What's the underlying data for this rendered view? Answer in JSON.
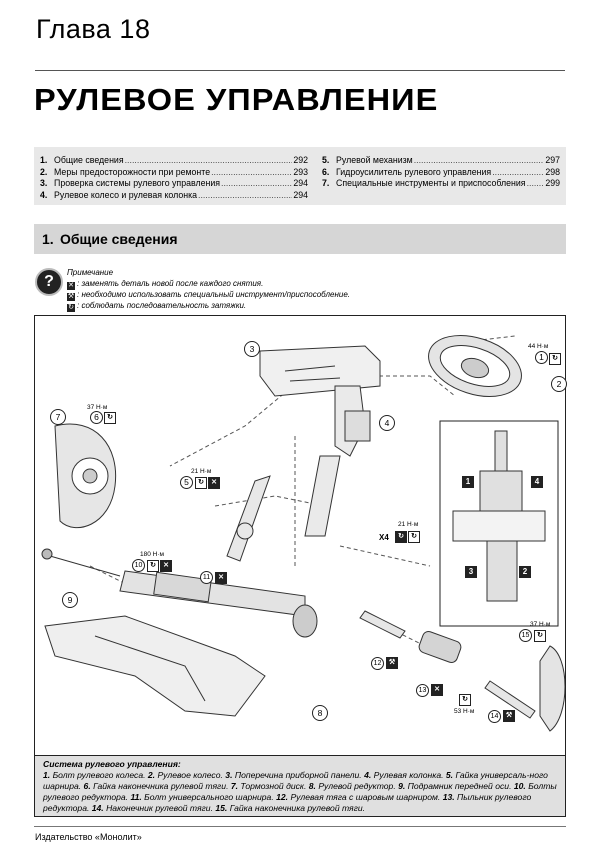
{
  "header": {
    "chapter": "Глава 18",
    "title": "РУЛЕВОЕ УПРАВЛЕНИЕ"
  },
  "toc": {
    "left": [
      {
        "num": "1.",
        "text": "Общие сведения",
        "page": "292"
      },
      {
        "num": "2.",
        "text": "Меры предосторожности при ремонте",
        "page": "293"
      },
      {
        "num": "3.",
        "text": "Проверка системы рулевого управления",
        "page": "294"
      },
      {
        "num": "4.",
        "text": "Рулевое колесо и рулевая колонка",
        "page": "294"
      }
    ],
    "right": [
      {
        "num": "5.",
        "text": "Рулевой механизм",
        "page": "297"
      },
      {
        "num": "6.",
        "text": "Гидроусилитель рулевого управления",
        "page": "298"
      },
      {
        "num": "7.",
        "text": "Специальные инструменты и приспособления",
        "page": "299"
      }
    ]
  },
  "section": {
    "num": "1.",
    "title": "Общие сведения"
  },
  "note": {
    "icon": "?",
    "title": "Примечание",
    "items": [
      {
        "icon": "x-square-icon",
        "glyph": "✕",
        "text": ": заменять деталь новой после каждого снятия."
      },
      {
        "icon": "tool-square-icon",
        "glyph": "⚒",
        "text": ": необходимо использовать специальный инструмент/приспособление."
      },
      {
        "icon": "sequence-square-icon",
        "glyph": "↻",
        "text": ": соблюдать последовательность затяжки."
      }
    ]
  },
  "diagram": {
    "callouts": [
      "1",
      "2",
      "3",
      "4",
      "5",
      "6",
      "7",
      "8",
      "9",
      "10",
      "11",
      "12",
      "13",
      "14",
      "15"
    ],
    "torques": {
      "t1": "44 Н·м",
      "t6": "37 Н·м",
      "t5": "21 Н·м",
      "t4": "21 Н·м",
      "t10": "180 Н·м",
      "t15": "37 Н·м",
      "t13": "53 Н·м"
    },
    "x4": "X4",
    "inset_labels": [
      "1",
      "4",
      "3",
      "2"
    ]
  },
  "caption": {
    "heading": "Система рулевого управления:",
    "items": [
      {
        "n": "1.",
        "t": "Болт рулевого колеса."
      },
      {
        "n": "2.",
        "t": "Рулевое колесо."
      },
      {
        "n": "3.",
        "t": "Поперечина приборной панели."
      },
      {
        "n": "4.",
        "t": "Рулевая колонка."
      },
      {
        "n": "5.",
        "t": "Гайка универсаль-ного шарнира."
      },
      {
        "n": "6.",
        "t": "Гайка наконечника рулевой тяги."
      },
      {
        "n": "7.",
        "t": "Тормозной диск."
      },
      {
        "n": "8.",
        "t": "Рулевой редуктор."
      },
      {
        "n": "9.",
        "t": "Подрамник передней оси."
      },
      {
        "n": "10.",
        "t": "Болты рулевого редуктора."
      },
      {
        "n": "11.",
        "t": "Болт универсального шарнира."
      },
      {
        "n": "12.",
        "t": "Рулевая тяга с шаровым шарниром."
      },
      {
        "n": "13.",
        "t": "Пыльник рулевого редуктора."
      },
      {
        "n": "14.",
        "t": "Наконечник рулевой тяги."
      },
      {
        "n": "15.",
        "t": "Гайка наконечника рулевой тяги."
      }
    ]
  },
  "footer": {
    "publisher": "Издательство «Монолит»"
  }
}
